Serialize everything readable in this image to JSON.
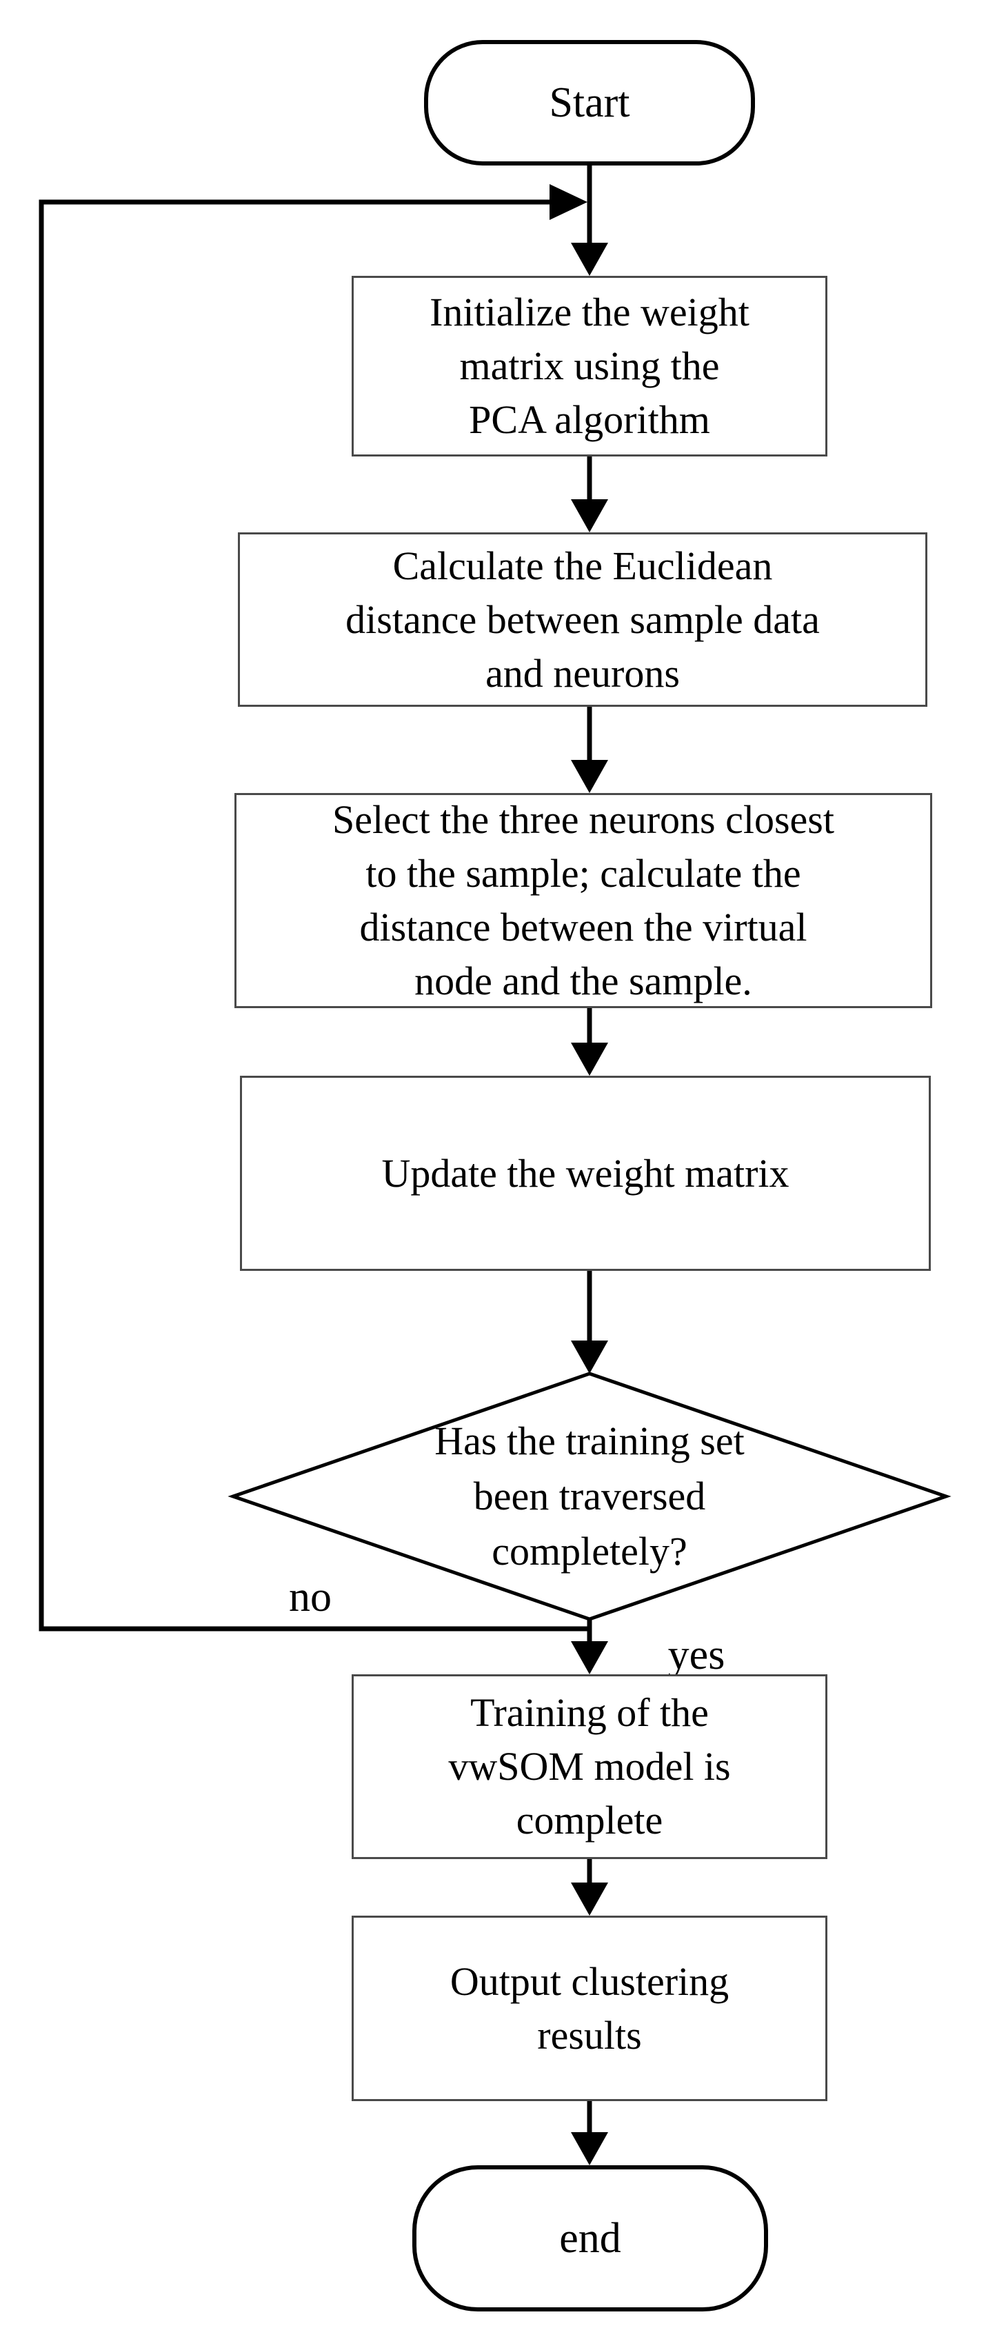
{
  "colors": {
    "background": "#ffffff",
    "connector_line": "#000000",
    "process_border": "#4a4a4a",
    "terminator_border": "#000000",
    "text": "#000000"
  },
  "nodes": {
    "start": {
      "type": "terminator",
      "label": "Start"
    },
    "init": {
      "type": "process",
      "lines": [
        "Initialize the weight",
        "matrix using the",
        "PCA algorithm"
      ]
    },
    "euclidean": {
      "type": "process",
      "lines": [
        "Calculate the Euclidean",
        "distance between sample data",
        "and neurons"
      ]
    },
    "select": {
      "type": "process",
      "lines": [
        "Select the three neurons closest",
        "to the sample; calculate the",
        "distance between the virtual",
        "node and the sample."
      ]
    },
    "update": {
      "type": "process",
      "lines": [
        "Update the weight matrix"
      ]
    },
    "decision": {
      "type": "decision",
      "lines": [
        "Has the training set",
        "been traversed",
        "completely?"
      ]
    },
    "complete": {
      "type": "process",
      "lines": [
        "Training of the",
        "vwSOM model is",
        "complete"
      ]
    },
    "output": {
      "type": "process",
      "lines": [
        "Output clustering",
        "results"
      ]
    },
    "end": {
      "type": "terminator",
      "label": "end"
    }
  },
  "edges": {
    "no_label": "no",
    "yes_label": "yes"
  }
}
